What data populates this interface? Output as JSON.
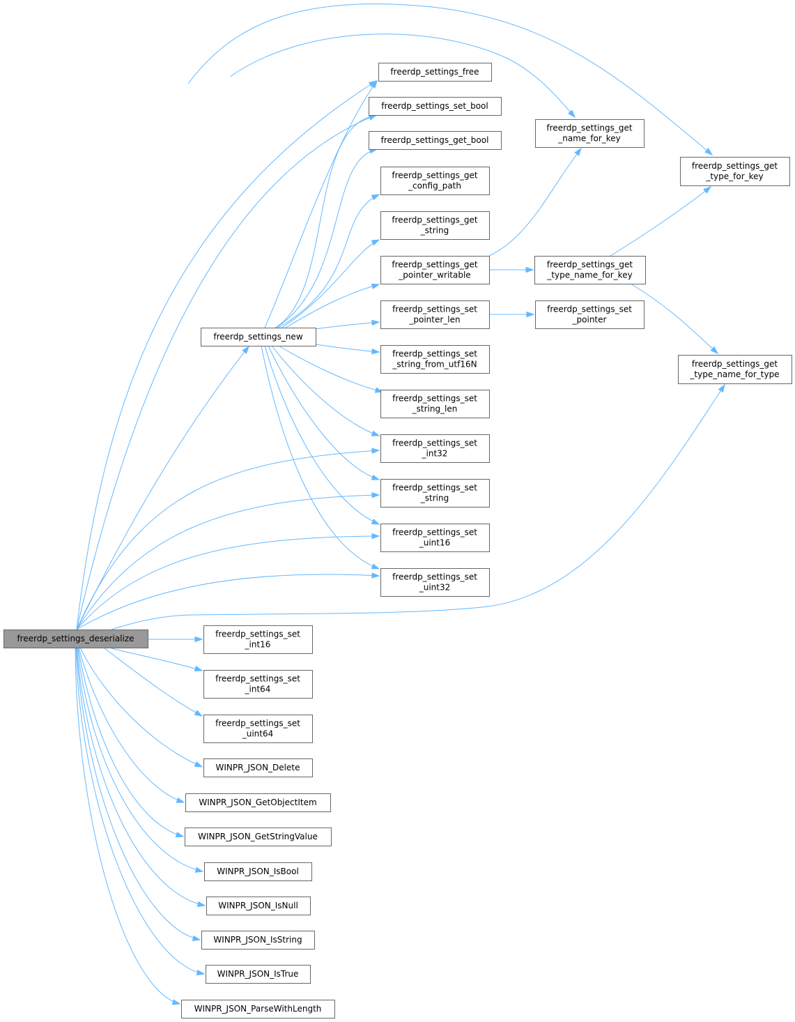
{
  "graph": {
    "nodes": [
      {
        "id": "deserialize",
        "lines": [
          "freerdp_settings_deserialize"
        ],
        "root": true
      },
      {
        "id": "free",
        "lines": [
          "freerdp_settings_free"
        ]
      },
      {
        "id": "set_bool",
        "lines": [
          "freerdp_settings_set_bool"
        ]
      },
      {
        "id": "get_bool",
        "lines": [
          "freerdp_settings_get_bool"
        ]
      },
      {
        "id": "get_config_path",
        "lines": [
          "freerdp_settings_get",
          "_config_path"
        ]
      },
      {
        "id": "get_string",
        "lines": [
          "freerdp_settings_get",
          "_string"
        ]
      },
      {
        "id": "get_pointer_writable",
        "lines": [
          "freerdp_settings_get",
          "_pointer_writable"
        ]
      },
      {
        "id": "set_pointer_len",
        "lines": [
          "freerdp_settings_set",
          "_pointer_len"
        ]
      },
      {
        "id": "set_string_from_utf16N",
        "lines": [
          "freerdp_settings_set",
          "_string_from_utf16N"
        ]
      },
      {
        "id": "set_string_len",
        "lines": [
          "freerdp_settings_set",
          "_string_len"
        ]
      },
      {
        "id": "set_int32",
        "lines": [
          "freerdp_settings_set",
          "_int32"
        ]
      },
      {
        "id": "set_string",
        "lines": [
          "freerdp_settings_set",
          "_string"
        ]
      },
      {
        "id": "set_uint16",
        "lines": [
          "freerdp_settings_set",
          "_uint16"
        ]
      },
      {
        "id": "set_uint32",
        "lines": [
          "freerdp_settings_set",
          "_uint32"
        ]
      },
      {
        "id": "settings_new",
        "lines": [
          "freerdp_settings_new"
        ]
      },
      {
        "id": "get_name_for_key",
        "lines": [
          "freerdp_settings_get",
          "_name_for_key"
        ]
      },
      {
        "id": "get_type_name_for_key",
        "lines": [
          "freerdp_settings_get",
          "_type_name_for_key"
        ]
      },
      {
        "id": "set_pointer",
        "lines": [
          "freerdp_settings_set",
          "_pointer"
        ]
      },
      {
        "id": "get_type_for_key",
        "lines": [
          "freerdp_settings_get",
          "_type_for_key"
        ]
      },
      {
        "id": "get_type_name_for_type",
        "lines": [
          "freerdp_settings_get",
          "_type_name_for_type"
        ]
      },
      {
        "id": "set_int16",
        "lines": [
          "freerdp_settings_set",
          "_int16"
        ]
      },
      {
        "id": "set_int64",
        "lines": [
          "freerdp_settings_set",
          "_int64"
        ]
      },
      {
        "id": "set_uint64",
        "lines": [
          "freerdp_settings_set",
          "_uint64"
        ]
      },
      {
        "id": "json_delete",
        "lines": [
          "WINPR_JSON_Delete"
        ]
      },
      {
        "id": "json_getobjectitem",
        "lines": [
          "WINPR_JSON_GetObjectItem"
        ]
      },
      {
        "id": "json_getstringvalue",
        "lines": [
          "WINPR_JSON_GetStringValue"
        ]
      },
      {
        "id": "json_isbool",
        "lines": [
          "WINPR_JSON_IsBool"
        ]
      },
      {
        "id": "json_isnull",
        "lines": [
          "WINPR_JSON_IsNull"
        ]
      },
      {
        "id": "json_isstring",
        "lines": [
          "WINPR_JSON_IsString"
        ]
      },
      {
        "id": "json_istrue",
        "lines": [
          "WINPR_JSON_IsTrue"
        ]
      },
      {
        "id": "json_parsewithlength",
        "lines": [
          "WINPR_JSON_ParseWithLength"
        ]
      }
    ],
    "edges": [
      {
        "from": "deserialize",
        "to": "get_type_for_key"
      },
      {
        "from": "deserialize",
        "to": "get_name_for_key"
      },
      {
        "from": "deserialize",
        "to": "free"
      },
      {
        "from": "deserialize",
        "to": "set_bool"
      },
      {
        "from": "deserialize",
        "to": "settings_new"
      },
      {
        "from": "deserialize",
        "to": "set_int32"
      },
      {
        "from": "deserialize",
        "to": "set_string"
      },
      {
        "from": "deserialize",
        "to": "set_uint16"
      },
      {
        "from": "deserialize",
        "to": "set_uint32"
      },
      {
        "from": "deserialize",
        "to": "get_type_name_for_type"
      },
      {
        "from": "deserialize",
        "to": "set_int16"
      },
      {
        "from": "deserialize",
        "to": "set_int64"
      },
      {
        "from": "deserialize",
        "to": "set_uint64"
      },
      {
        "from": "deserialize",
        "to": "json_delete"
      },
      {
        "from": "deserialize",
        "to": "json_getobjectitem"
      },
      {
        "from": "deserialize",
        "to": "json_getstringvalue"
      },
      {
        "from": "deserialize",
        "to": "json_isbool"
      },
      {
        "from": "deserialize",
        "to": "json_isnull"
      },
      {
        "from": "deserialize",
        "to": "json_isstring"
      },
      {
        "from": "deserialize",
        "to": "json_istrue"
      },
      {
        "from": "deserialize",
        "to": "json_parsewithlength"
      },
      {
        "from": "settings_new",
        "to": "free"
      },
      {
        "from": "settings_new",
        "to": "set_bool"
      },
      {
        "from": "settings_new",
        "to": "get_bool"
      },
      {
        "from": "settings_new",
        "to": "get_config_path"
      },
      {
        "from": "settings_new",
        "to": "get_string"
      },
      {
        "from": "settings_new",
        "to": "get_pointer_writable"
      },
      {
        "from": "settings_new",
        "to": "set_pointer_len"
      },
      {
        "from": "settings_new",
        "to": "set_string_from_utf16N"
      },
      {
        "from": "settings_new",
        "to": "set_string_len"
      },
      {
        "from": "settings_new",
        "to": "set_int32"
      },
      {
        "from": "settings_new",
        "to": "set_string"
      },
      {
        "from": "settings_new",
        "to": "set_uint16"
      },
      {
        "from": "settings_new",
        "to": "set_uint32"
      },
      {
        "from": "get_pointer_writable",
        "to": "get_name_for_key"
      },
      {
        "from": "get_pointer_writable",
        "to": "get_type_name_for_key"
      },
      {
        "from": "set_pointer_len",
        "to": "set_pointer"
      },
      {
        "from": "get_type_name_for_key",
        "to": "get_type_for_key"
      },
      {
        "from": "get_type_name_for_key",
        "to": "get_type_name_for_type"
      }
    ]
  }
}
